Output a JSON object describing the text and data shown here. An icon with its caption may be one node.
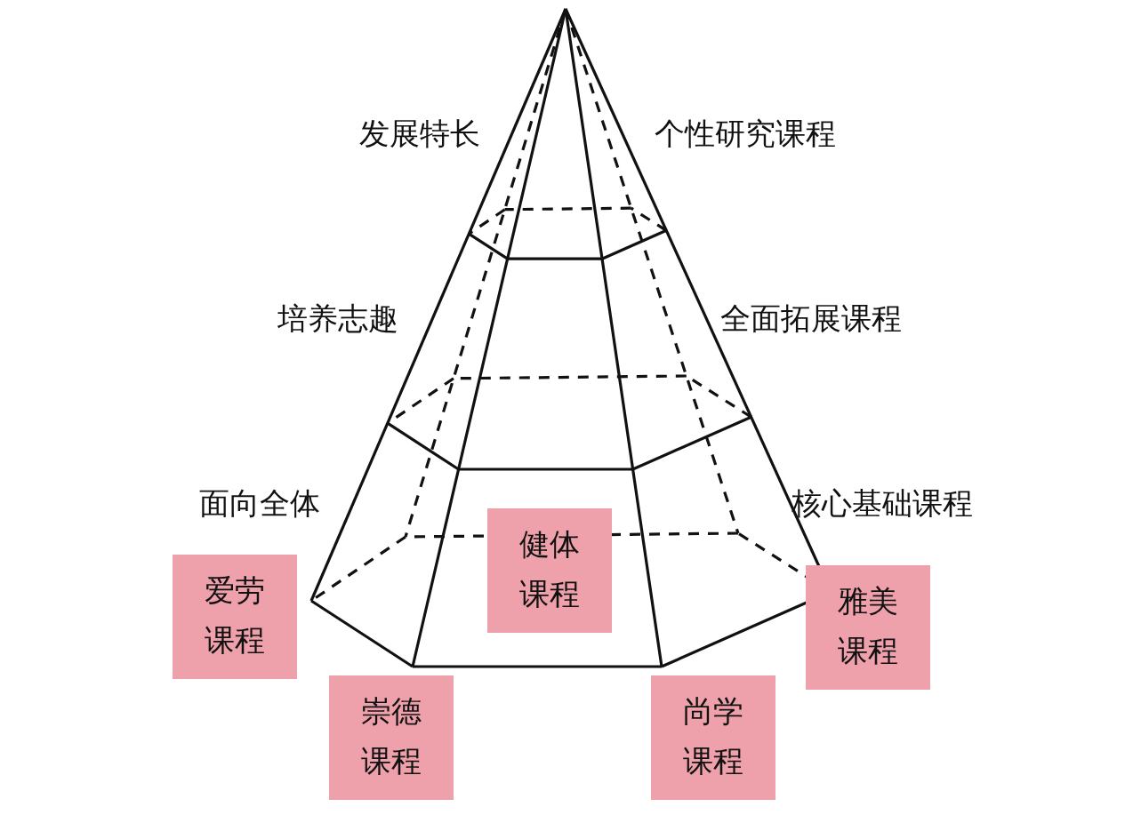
{
  "diagram": {
    "nodes": [
      {
        "text": [
          "爱劳课程"
        ]
      },
      {
        "text": [
          "崇德课程"
        ]
      },
      {
        "text": [
          "健体课程"
        ]
      },
      {
        "text": [
          "尚学课程"
        ]
      },
      {
        "text": [
          "雅美课程"
        ]
      }
    ],
    "labels": [
      "发展特长",
      "个性研究课程",
      "培养志趣",
      "全面拓展课程",
      "面向全体",
      "核心基础课程"
    ]
  }
}
